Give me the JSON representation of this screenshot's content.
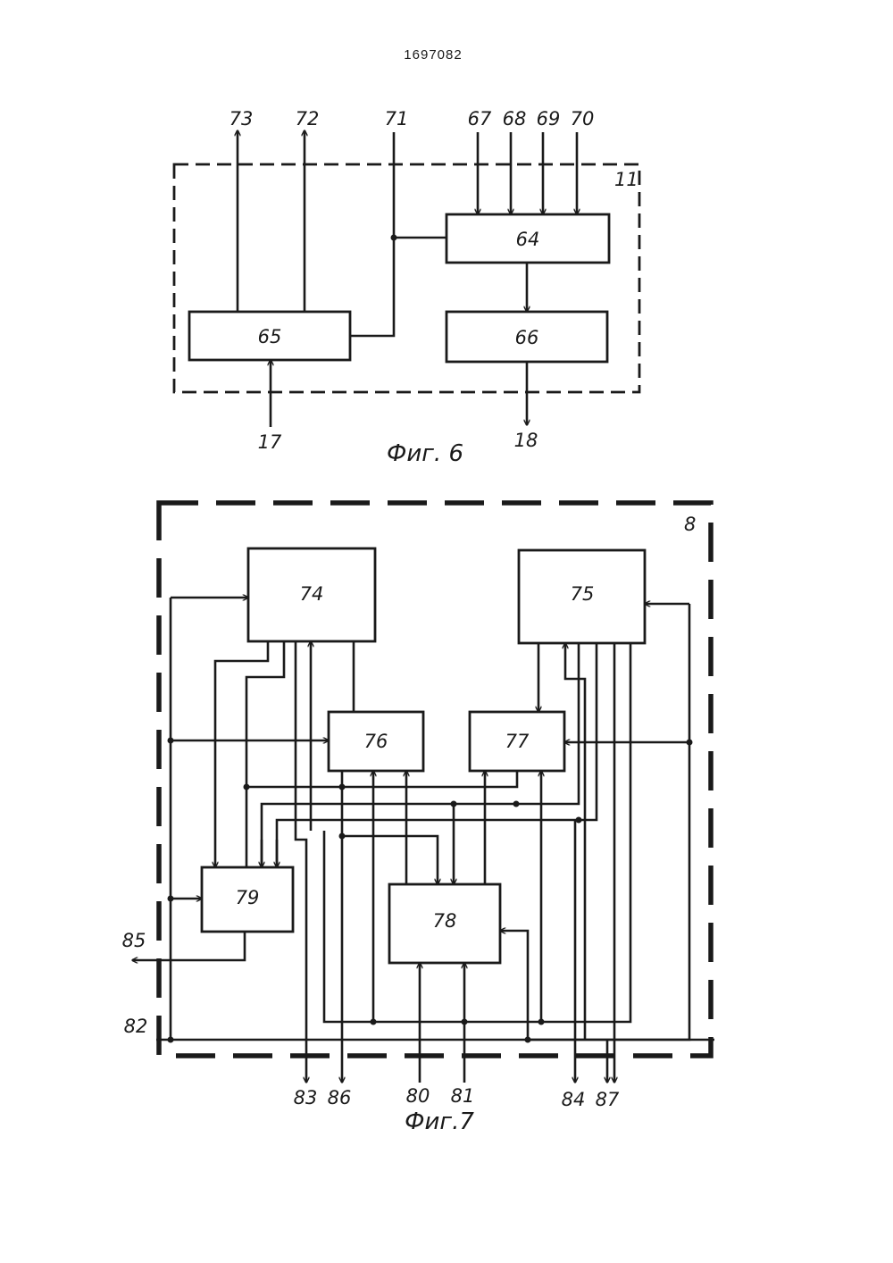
{
  "patent_number": "1697082",
  "fig6": {
    "caption": "Фиг. 6",
    "frame_label": "11",
    "blocks": {
      "b64": "64",
      "b65": "65",
      "b66": "66"
    },
    "terminals": {
      "t73": "73",
      "t72": "72",
      "t71": "71",
      "t67": "67",
      "t68": "68",
      "t69": "69",
      "t70": "70",
      "t17": "17",
      "t18": "18"
    }
  },
  "fig7": {
    "caption": "Фиг.7",
    "frame_label": "8",
    "blocks": {
      "b74": "74",
      "b75": "75",
      "b76": "76",
      "b77": "77",
      "b78": "78",
      "b79": "79"
    },
    "terminals": {
      "t85": "85",
      "t82": "82",
      "t83": "83",
      "t86": "86",
      "t80": "80",
      "t81": "81",
      "t84": "84",
      "t87": "87"
    }
  }
}
